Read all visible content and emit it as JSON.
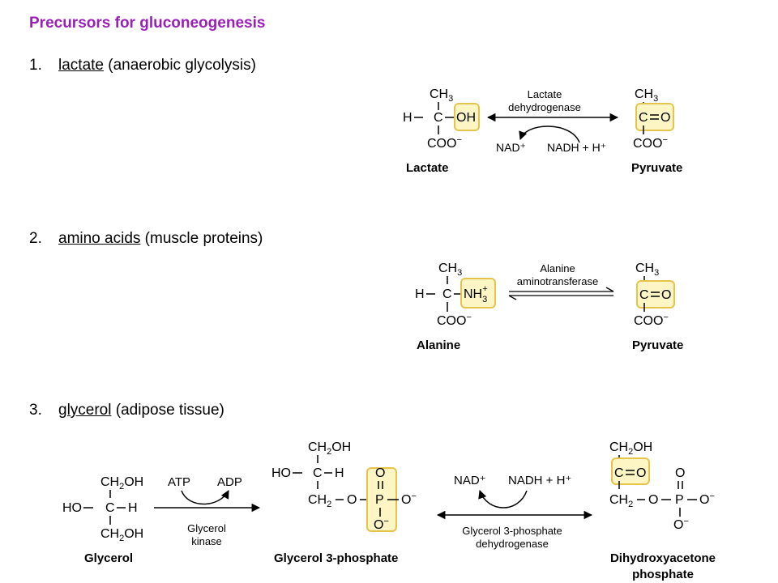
{
  "title": "Precursors for gluconeogenesis",
  "items": [
    {
      "num": "1.",
      "term": "lactate",
      "rest": " (anaerobic glycolysis)"
    },
    {
      "num": "2.",
      "term": "amino acids",
      "rest": " (muscle proteins)"
    },
    {
      "num": "3.",
      "term": "glycerol",
      "rest": " (adipose tissue)"
    }
  ],
  "reaction1": {
    "substrate": "Lactate",
    "product": "Pyruvate",
    "enzyme_line1": "Lactate",
    "enzyme_line2": "dehydrogenase",
    "cofactor_left": "NAD⁺",
    "cofactor_right": "NADH + H⁺"
  },
  "reaction2": {
    "substrate": "Alanine",
    "product": "Pyruvate",
    "enzyme_line1": "Alanine",
    "enzyme_line2": "aminotransferase"
  },
  "reaction3": {
    "substrate": "Glycerol",
    "intermediate": "Glycerol 3-phosphate",
    "product_line1": "Dihydroxyacetone",
    "product_line2": "phosphate",
    "enzyme1_line1": "Glycerol",
    "enzyme1_line2": "kinase",
    "enzyme2_line1": "Glycerol 3-phosphate",
    "enzyme2_line2": "dehydrogenase",
    "atp": "ATP",
    "adp": "ADP",
    "nad": "NAD⁺",
    "nadh": "NADH  +  H⁺"
  },
  "colors": {
    "title": "#9a1fb8",
    "highlight_fill": "#fdf5c4",
    "highlight_stroke": "#e6c34a"
  }
}
